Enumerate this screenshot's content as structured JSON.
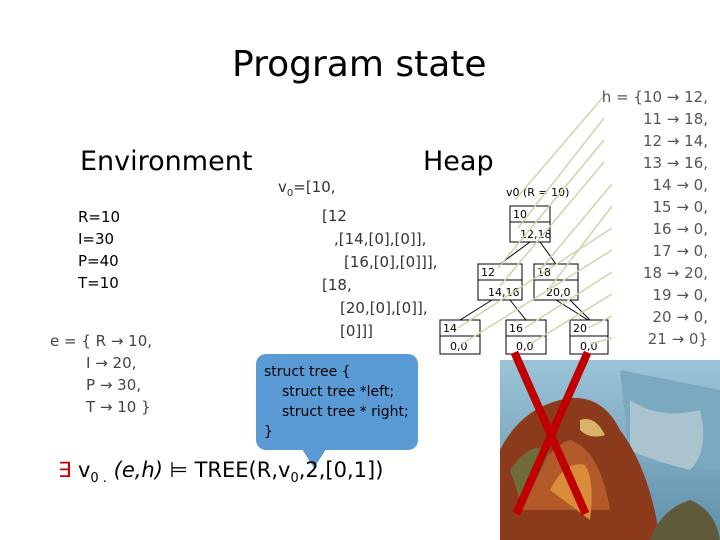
{
  "title": "Program state",
  "environment": {
    "title": "Environment",
    "vars": [
      "R=10",
      "I=30",
      "P=40",
      "T=10"
    ],
    "e_map": [
      "e = { R → 10,",
      "I → 20,",
      "P → 30,",
      "T → 10 }"
    ]
  },
  "heap": {
    "title": "Heap",
    "value_prefix": "v",
    "value_sub": "0",
    "value_lines": [
      "=[10,",
      "[12",
      ",[14,[0],[0]],",
      "[16,[0],[0]]],",
      "[18,",
      "[20,[0],[0]],",
      "[0]]]"
    ]
  },
  "struct_def": [
    "struct tree {",
    "struct tree *left;",
    "struct tree * right;",
    "}"
  ],
  "formula": {
    "quantifier": "∃",
    "v": "v",
    "sub0": "0 .",
    "eh": "(e,h)",
    "models": " ⊨ TREE(R,v",
    "sub1": "0",
    "tail": ",2,[0,1])"
  },
  "tree_diagram": {
    "root_label": "v0 (R = 10)",
    "cells": [
      "10",
      "12,18",
      "12",
      "14,16",
      "18",
      "20,0",
      "14",
      "0,0",
      "16",
      "0,0",
      "20",
      "0,0"
    ]
  },
  "h_map": [
    "h = {10 → 12,",
    "11 → 18,",
    "12 → 14,",
    "13 → 16,",
    "14 → 0,",
    "15 → 0,",
    "16 → 0,",
    "17 → 0,",
    "18 → 20,",
    "19 → 0,",
    "20 → 0,",
    "21 → 0}"
  ],
  "colors": {
    "callout": "#5b9bd5",
    "cross": "#c00000",
    "arrow": "#c8d8a8"
  }
}
